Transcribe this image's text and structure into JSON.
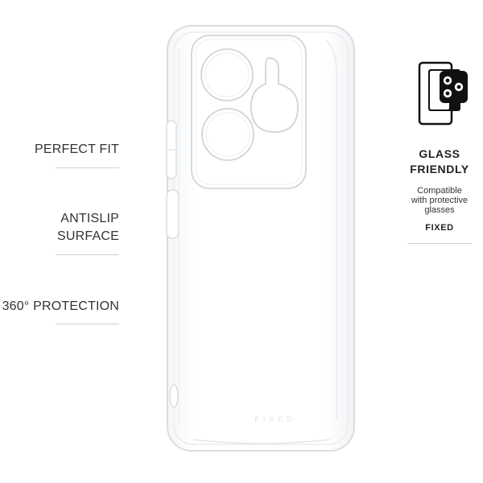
{
  "features": [
    {
      "lines": [
        "PERFECT FIT"
      ]
    },
    {
      "lines": [
        "ANTISLIP",
        "SURFACE"
      ]
    },
    {
      "lines": [
        "360° PROTECTION"
      ]
    }
  ],
  "badge": {
    "title_lines": [
      "GLASS",
      "FRIENDLY"
    ],
    "subtitle_lines": [
      "Compatible",
      "with protective",
      "glasses"
    ],
    "brand": "FIXED",
    "icon": "tempered-glass-phone-icon"
  },
  "case": {
    "watermark": "FIXED",
    "icon": "clear-phone-case-illustration"
  },
  "colors": {
    "text": "#333333",
    "divider": "#cfcfcf",
    "case_edge": "#d9dde2",
    "icon_black": "#111111"
  }
}
